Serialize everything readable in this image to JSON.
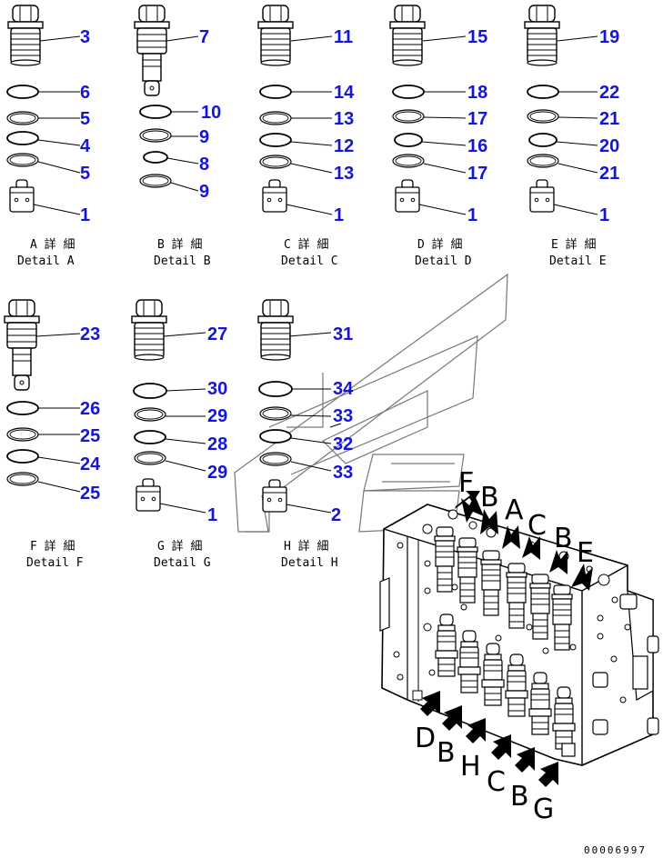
{
  "details": [
    {
      "id": "A",
      "caption_jp": "A 詳 細",
      "caption_en": "Detail A",
      "labels": [
        "3",
        "6",
        "5",
        "4",
        "5",
        "1"
      ]
    },
    {
      "id": "B",
      "caption_jp": "B 詳 細",
      "caption_en": "Detail B",
      "labels": [
        "7",
        "10",
        "9",
        "8",
        "9"
      ]
    },
    {
      "id": "C",
      "caption_jp": "C 詳 細",
      "caption_en": "Detail C",
      "labels": [
        "11",
        "14",
        "13",
        "12",
        "13",
        "1"
      ]
    },
    {
      "id": "D",
      "caption_jp": "D 詳 細",
      "caption_en": "Detail D",
      "labels": [
        "15",
        "18",
        "17",
        "16",
        "17",
        "1"
      ]
    },
    {
      "id": "E",
      "caption_jp": "E 詳 細",
      "caption_en": "Detail E",
      "labels": [
        "19",
        "22",
        "21",
        "20",
        "21",
        "1"
      ]
    },
    {
      "id": "F",
      "caption_jp": "F 詳 細",
      "caption_en": "Detail F",
      "labels": [
        "23",
        "26",
        "25",
        "24",
        "25"
      ]
    },
    {
      "id": "G",
      "caption_jp": "G 詳 細",
      "caption_en": "Detail G",
      "labels": [
        "27",
        "30",
        "29",
        "28",
        "29",
        "1"
      ]
    },
    {
      "id": "H",
      "caption_jp": "H 詳 細",
      "caption_en": "Detail H",
      "labels": [
        "31",
        "34",
        "33",
        "32",
        "33",
        "2"
      ]
    }
  ],
  "top_arrows": [
    "F",
    "B",
    "A",
    "C",
    "B",
    "E"
  ],
  "bottom_arrows": [
    "D",
    "B",
    "H",
    "C",
    "B",
    "G"
  ],
  "footer_code": "00006997"
}
